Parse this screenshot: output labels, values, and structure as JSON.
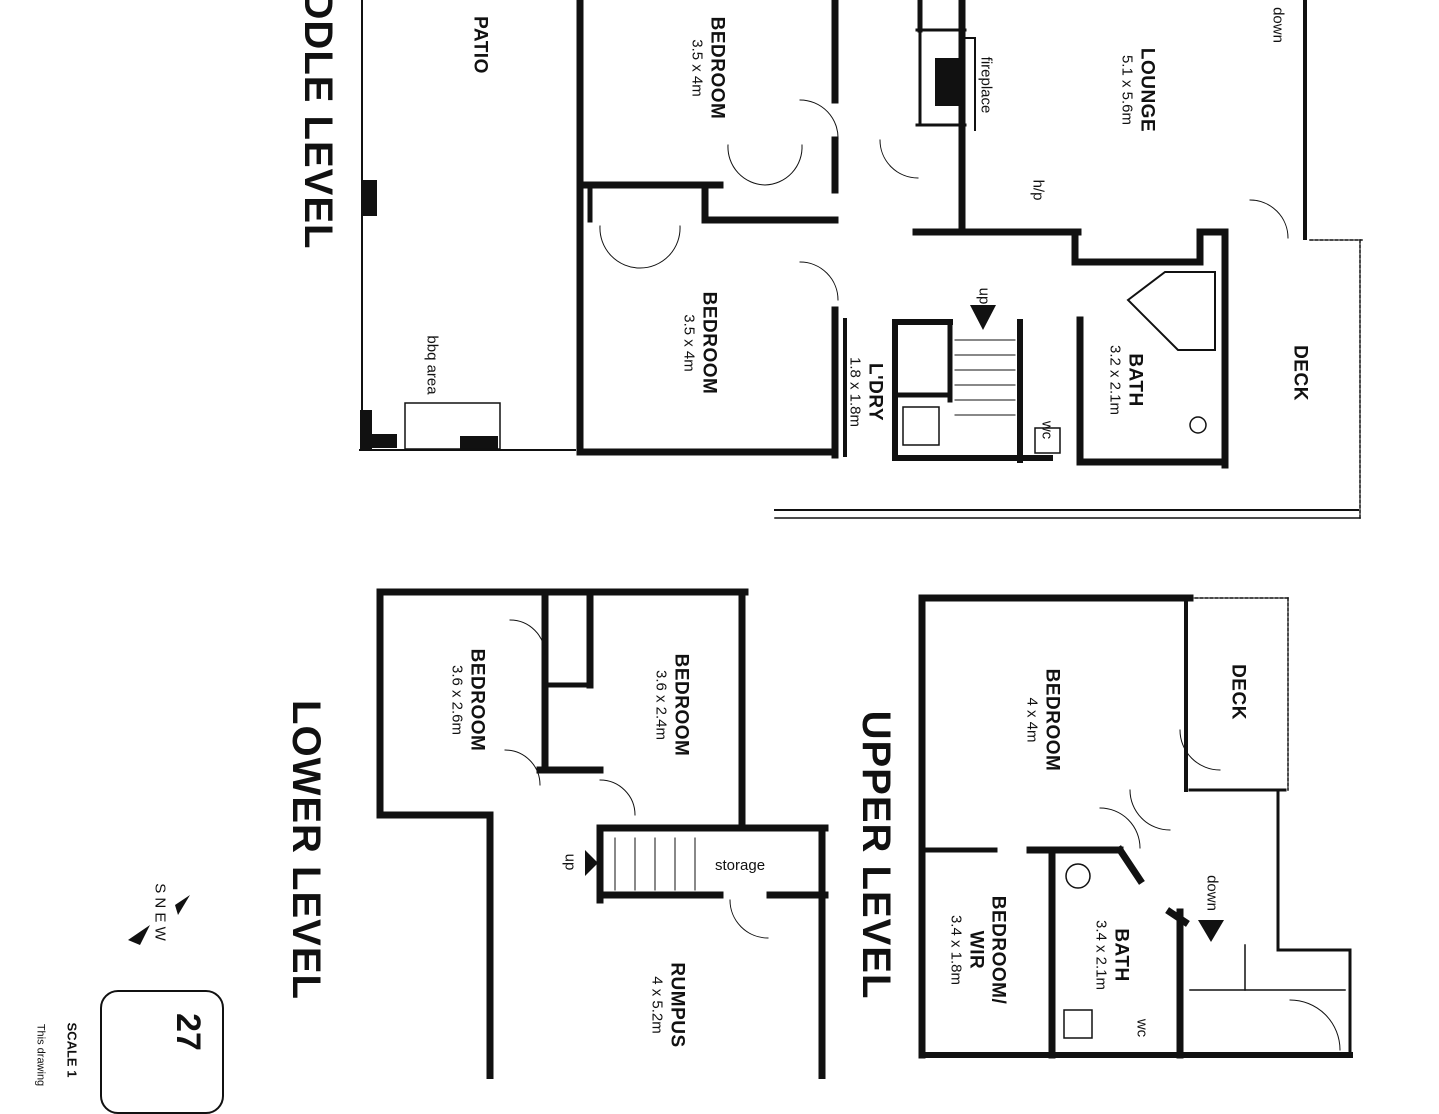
{
  "levels": {
    "middle": "DDLE LEVEL",
    "lower": "LOWER LEVEL",
    "upper": "UPPER LEVEL"
  },
  "rooms": {
    "patio": {
      "name": "PATIO"
    },
    "bed_mid1": {
      "name": "BEDROOM",
      "dim": "3.5 x 4m"
    },
    "bed_mid2": {
      "name": "BEDROOM",
      "dim": "3.5 x 4m"
    },
    "lounge": {
      "name": "LOUNGE",
      "dim": "5.1 x 5.6m"
    },
    "laundry": {
      "name": "L'DRY",
      "dim": "1.8 x 1.8m"
    },
    "bath_mid": {
      "name": "BATH",
      "dim": "3.2 x 2.1m"
    },
    "deck_mid": {
      "name": "DECK"
    },
    "bed_low1": {
      "name": "BEDROOM",
      "dim": "3.6 x 2.6m"
    },
    "bed_low2": {
      "name": "BEDROOM",
      "dim": "3.6 x 2.4m"
    },
    "rumpus": {
      "name": "RUMPUS",
      "dim": "4 x 5.2m"
    },
    "bed_up1": {
      "name": "BEDROOM",
      "dim": "4 x 4m"
    },
    "deck_up": {
      "name": "DECK"
    },
    "bed_up2": {
      "name": "BEDROOM/\nWIR",
      "dim": "3.4 x 1.8m"
    },
    "bath_up": {
      "name": "BATH",
      "dim": "3.4 x 2.1m"
    }
  },
  "annotations": {
    "fireplace": "fireplace",
    "bbq": "bbq area",
    "hp": "h/p",
    "up_mid": "up",
    "down_mid": "down",
    "wc_mid": "wc",
    "storage": "storage",
    "up_low": "up",
    "down_up": "down",
    "wc_up": "wc"
  },
  "page_number": "27",
  "scale_text": "SCALE 1",
  "footer_text": "This drawing"
}
